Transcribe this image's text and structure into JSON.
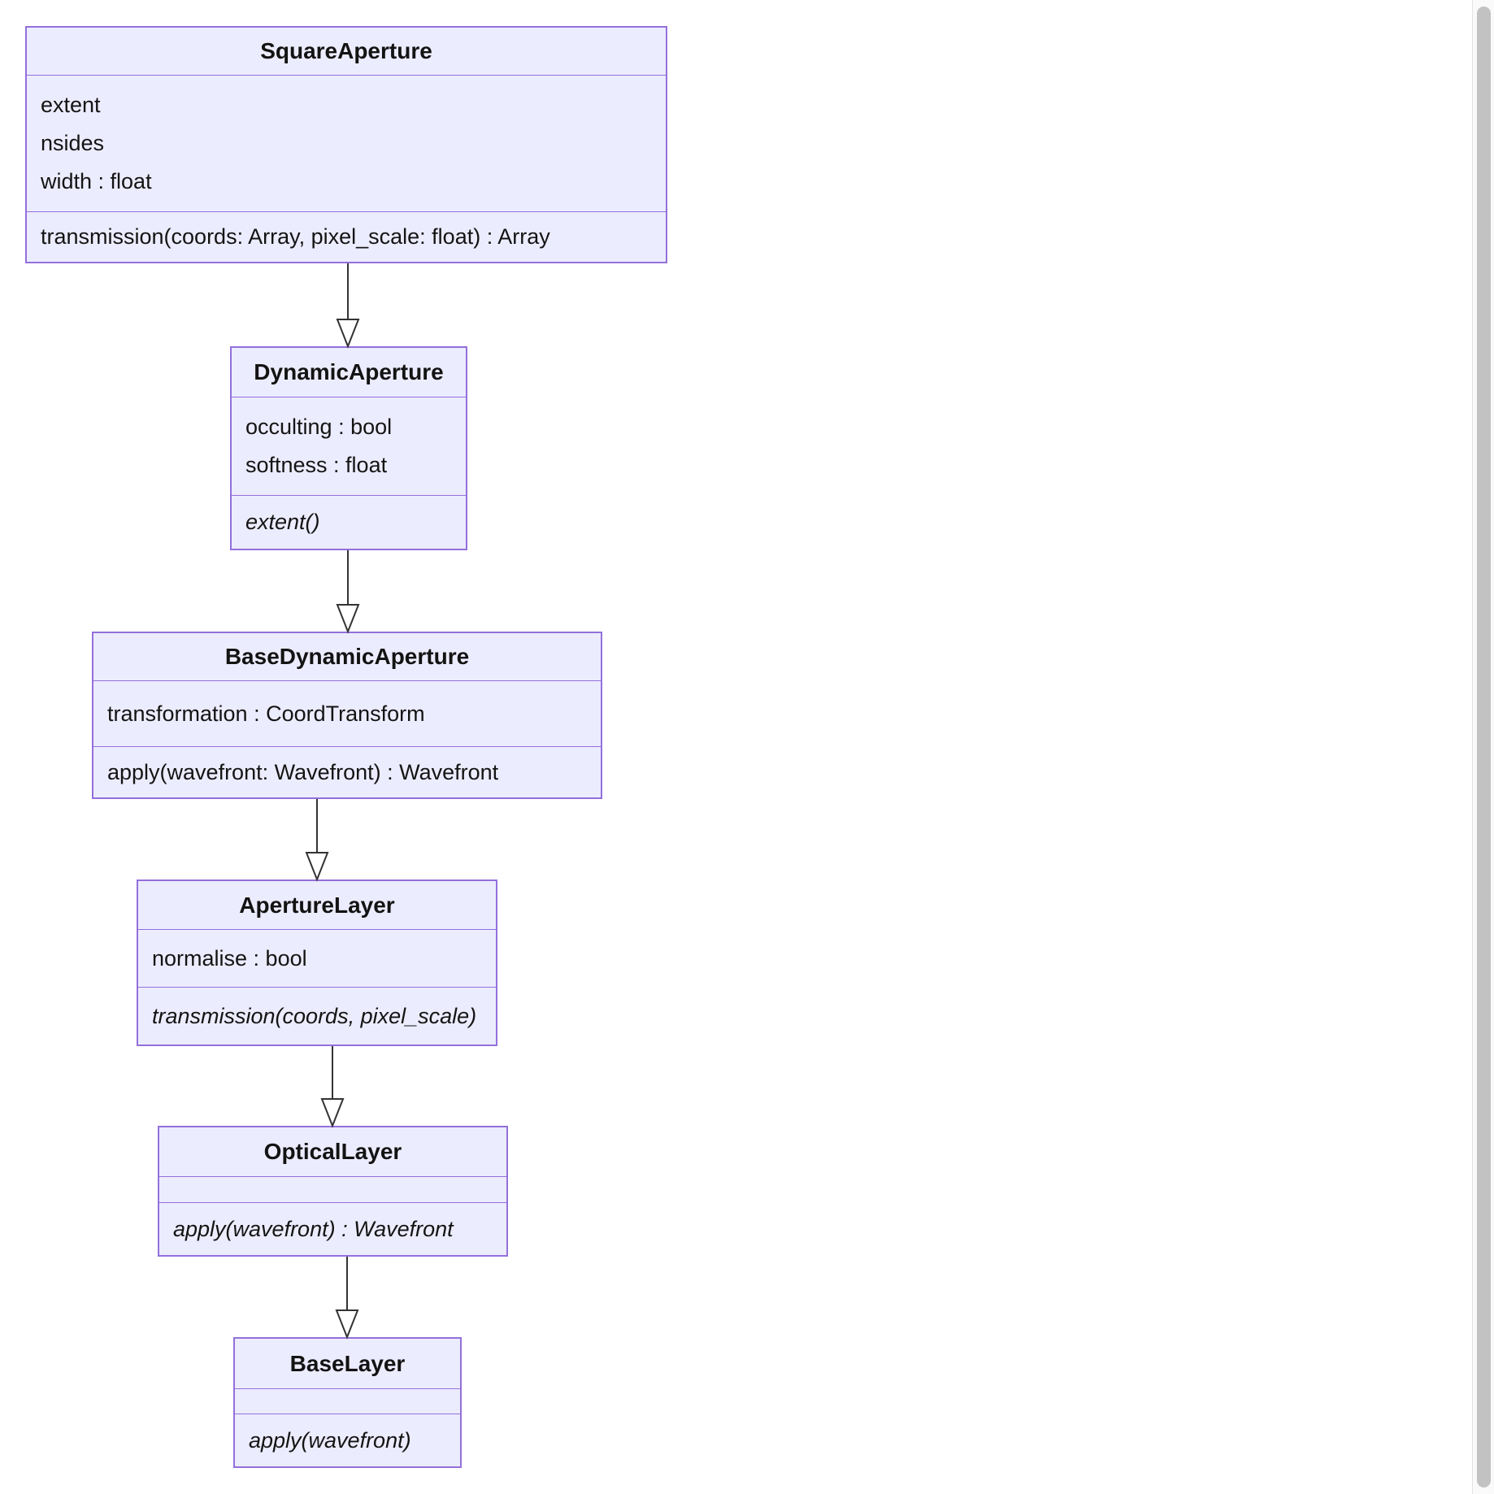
{
  "diagram_type": "uml-class-diagram",
  "colors": {
    "box_fill": "#ECECFF",
    "box_border": "#9370DB",
    "edge_line": "#333333",
    "text": "#141414",
    "scrollbar_thumb": "#c2c2c2"
  },
  "classes": [
    {
      "name": "SquareAperture",
      "attributes": [
        "extent",
        "nsides",
        "width : float"
      ],
      "methods": [
        {
          "text": "transmission(coords: Array, pixel_scale: float) : Array",
          "abstract": false
        }
      ]
    },
    {
      "name": "DynamicAperture",
      "attributes": [
        "occulting : bool",
        "softness : float"
      ],
      "methods": [
        {
          "text": "extent()",
          "abstract": true
        }
      ]
    },
    {
      "name": "BaseDynamicAperture",
      "attributes": [
        "transformation : CoordTransform"
      ],
      "methods": [
        {
          "text": "apply(wavefront: Wavefront) : Wavefront",
          "abstract": false
        }
      ]
    },
    {
      "name": "ApertureLayer",
      "attributes": [
        "normalise : bool"
      ],
      "methods": [
        {
          "text": "transmission(coords, pixel_scale)",
          "abstract": true
        }
      ]
    },
    {
      "name": "OpticalLayer",
      "attributes": [],
      "methods": [
        {
          "text": "apply(wavefront) : Wavefront",
          "abstract": true
        }
      ]
    },
    {
      "name": "BaseLayer",
      "attributes": [],
      "methods": [
        {
          "text": "apply(wavefront)",
          "abstract": true
        }
      ]
    }
  ],
  "edges": [
    {
      "from": "SquareAperture",
      "to": "DynamicAperture",
      "type": "inheritance"
    },
    {
      "from": "DynamicAperture",
      "to": "BaseDynamicAperture",
      "type": "inheritance"
    },
    {
      "from": "BaseDynamicAperture",
      "to": "ApertureLayer",
      "type": "inheritance"
    },
    {
      "from": "ApertureLayer",
      "to": "OpticalLayer",
      "type": "inheritance"
    },
    {
      "from": "OpticalLayer",
      "to": "BaseLayer",
      "type": "inheritance"
    }
  ]
}
